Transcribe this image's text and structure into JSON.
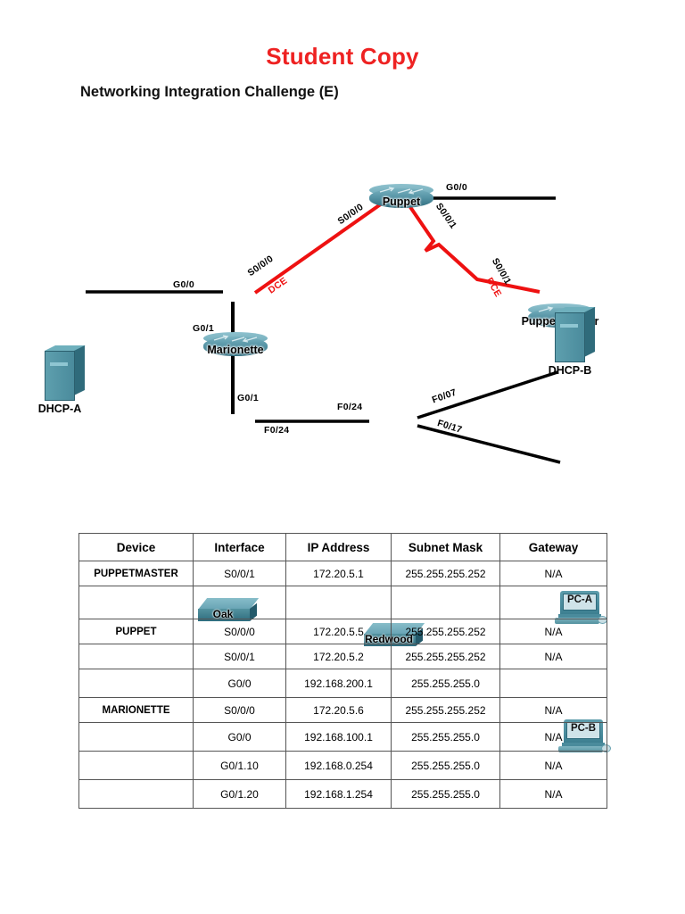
{
  "document": {
    "title": "Student Copy",
    "subtitle": "Networking Integration Challenge (E)",
    "title_color": "#ee2222"
  },
  "topology": {
    "nodes": [
      {
        "id": "puppet",
        "type": "router",
        "label": "Puppet"
      },
      {
        "id": "puppet-master",
        "type": "router",
        "label": "Puppet-Master"
      },
      {
        "id": "marionette",
        "type": "router",
        "label": "Marionette"
      },
      {
        "id": "dhcp-a",
        "type": "server",
        "label": "DHCP-A"
      },
      {
        "id": "dhcp-b",
        "type": "server",
        "label": "DHCP-B"
      },
      {
        "id": "oak",
        "type": "switch",
        "label": "Oak"
      },
      {
        "id": "redwood",
        "type": "switch",
        "label": "Redwood"
      },
      {
        "id": "pc-a",
        "type": "pc",
        "label": "PC-A"
      },
      {
        "id": "pc-b",
        "type": "pc",
        "label": "PC-B"
      }
    ],
    "link_labels": [
      {
        "id": "puppet-g00",
        "text": "G0/0",
        "kind": "ethernet"
      },
      {
        "id": "puppet-s000",
        "text": "S0/0/0",
        "kind": "serial"
      },
      {
        "id": "puppet-s001",
        "text": "S0/0/1",
        "kind": "serial"
      },
      {
        "id": "pm-s001",
        "text": "S0/0/1",
        "kind": "serial"
      },
      {
        "id": "pm-dce",
        "text": "DCE",
        "kind": "dce"
      },
      {
        "id": "marionette-s000",
        "text": "S0/0/0",
        "kind": "serial"
      },
      {
        "id": "marionette-dce",
        "text": "DCE",
        "kind": "dce"
      },
      {
        "id": "marionette-g00",
        "text": "G0/0",
        "kind": "ethernet"
      },
      {
        "id": "marionette-g01",
        "text": "G0/1",
        "kind": "ethernet"
      },
      {
        "id": "oak-g01",
        "text": "G0/1",
        "kind": "ethernet"
      },
      {
        "id": "oak-f024",
        "text": "F0/24",
        "kind": "ethernet"
      },
      {
        "id": "redwood-f024",
        "text": "F0/24",
        "kind": "ethernet"
      },
      {
        "id": "redwood-f007",
        "text": "F0/07",
        "kind": "ethernet"
      },
      {
        "id": "redwood-f017",
        "text": "F0/17",
        "kind": "ethernet"
      }
    ],
    "colors": {
      "serial_link": "#ee1111",
      "ethernet_link": "#000000",
      "device": "#4a8b9c"
    }
  },
  "addressing_table": {
    "headers": [
      "Device",
      "Interface",
      "IP Address",
      "Subnet Mask",
      "Gateway"
    ],
    "rows": [
      {
        "device": "PUPPETMASTER",
        "interface": "S0/0/1",
        "ip": "172.20.5.1",
        "mask": "255.255.255.252",
        "gateway": "N/A"
      },
      {
        "device": "",
        "interface": "",
        "ip": "",
        "mask": "",
        "gateway": ""
      },
      {
        "device": "PUPPET",
        "interface": "S0/0/0",
        "ip": "172.20.5.5",
        "mask": "255.255.255.252",
        "gateway": "N/A"
      },
      {
        "device": "",
        "interface": "S0/0/1",
        "ip": "172.20.5.2",
        "mask": "255.255.255.252",
        "gateway": "N/A"
      },
      {
        "device": "",
        "interface": "G0/0",
        "ip": "192.168.200.1",
        "mask": "255.255.255.0",
        "gateway": ""
      },
      {
        "device": "MARIONETTE",
        "interface": "S0/0/0",
        "ip": "172.20.5.6",
        "mask": "255.255.255.252",
        "gateway": "N/A"
      },
      {
        "device": "",
        "interface": "G0/0",
        "ip": "192.168.100.1",
        "mask": "255.255.255.0",
        "gateway": "N/A"
      },
      {
        "device": "",
        "interface": "G0/1.10",
        "ip": "192.168.0.254",
        "mask": "255.255.255.0",
        "gateway": "N/A"
      },
      {
        "device": "",
        "interface": "G0/1.20",
        "ip": "192.168.1.254",
        "mask": "255.255.255.0",
        "gateway": "N/A"
      }
    ]
  }
}
